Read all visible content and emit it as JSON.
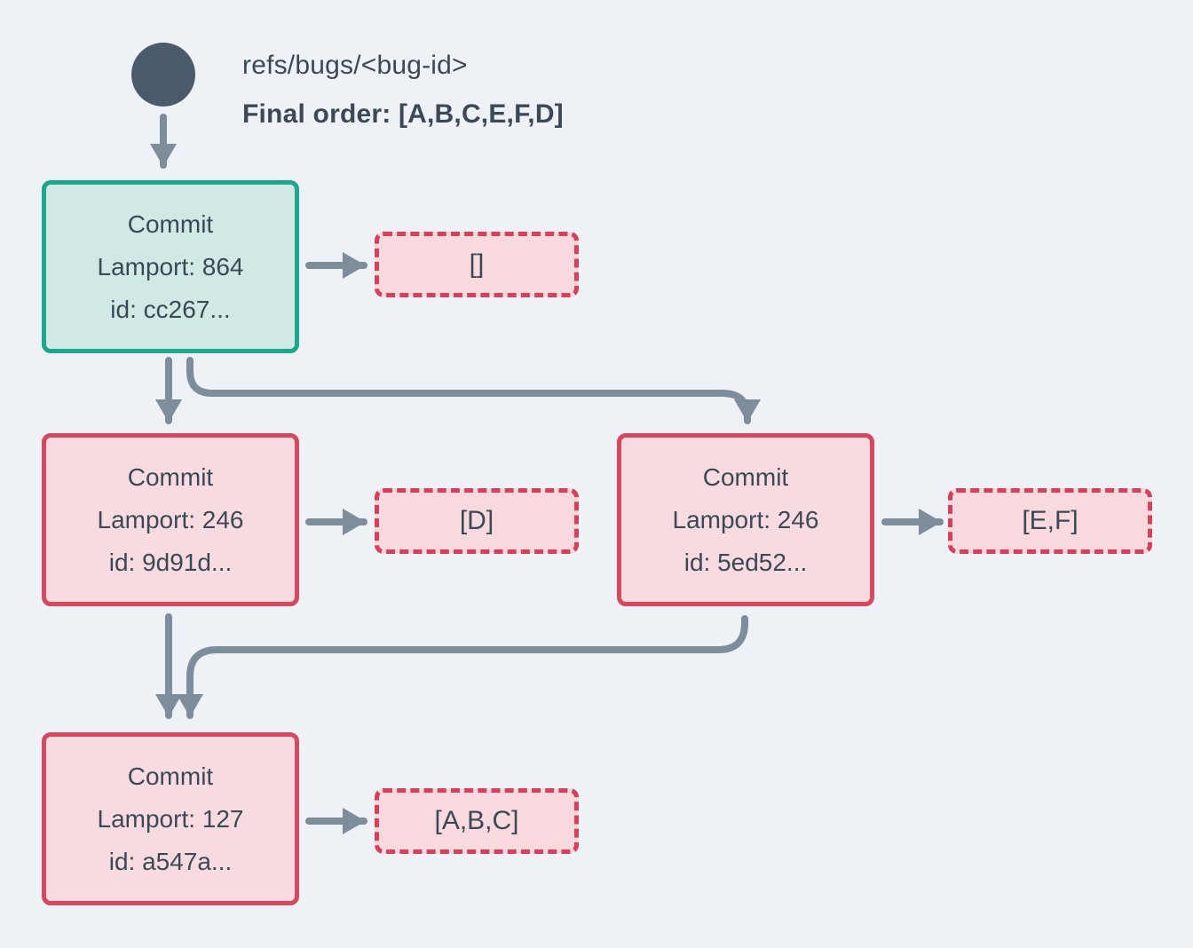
{
  "header": {
    "ref_label": "refs/bugs/<bug-id>",
    "final_order_label": "Final order: [A,B,C,E,F,D]"
  },
  "nodes": {
    "root": {
      "title": "Commit",
      "lamport": "Lamport: 864",
      "id_line": "id: cc267..."
    },
    "left": {
      "title": "Commit",
      "lamport": "Lamport: 246",
      "id_line": "id: 9d91d..."
    },
    "right": {
      "title": "Commit",
      "lamport": "Lamport: 246",
      "id_line": "id: 5ed52..."
    },
    "merge": {
      "title": "Commit",
      "lamport": "Lamport: 127",
      "id_line": "id: a547a..."
    }
  },
  "payloads": {
    "root": "[]",
    "left": "[D]",
    "right": "[E,F]",
    "merge": "[A,B,C]"
  },
  "colors": {
    "bg": "#eef2f6",
    "ink": "#3b4956",
    "slate": "#485a6c",
    "arrow": "#7d8d9c",
    "teal-border": "#1da78f",
    "teal-fill": "#d1e9e5",
    "red-border": "#d4495e",
    "red-fill": "#f8dbe0",
    "dash-border": "#d6405a",
    "dash-fill": "#f8d9de"
  }
}
